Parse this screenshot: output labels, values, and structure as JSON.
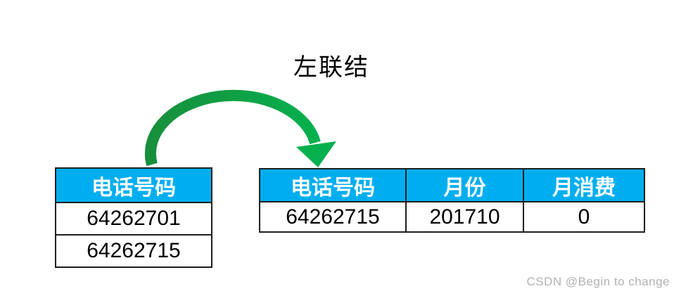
{
  "title": "左联结",
  "watermark": "CSDN @Begin to change",
  "colors": {
    "header_bg": "#00AEEF",
    "border": "#1F1F1F",
    "arrow_green_dark": "#188F3C",
    "arrow_green_bright": "#05B04E",
    "watermark": "#B2B2B2"
  },
  "left_table": {
    "headers": [
      "电话号码"
    ],
    "rows": [
      [
        "64262701"
      ],
      [
        "64262715"
      ]
    ]
  },
  "right_table": {
    "headers": [
      "电话号码",
      "月份",
      "月消费"
    ],
    "rows": [
      [
        "64262715",
        "201710",
        "0"
      ]
    ]
  }
}
